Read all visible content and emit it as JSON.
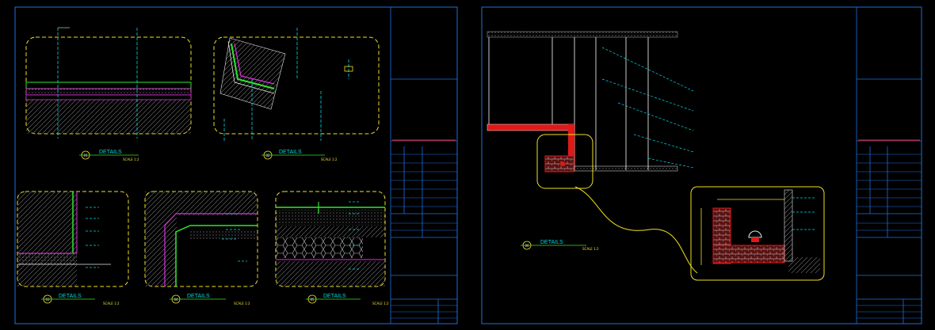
{
  "sheets": [
    {
      "details": [
        {
          "marker": "01",
          "title": "DETAILS",
          "scale": "SCALE 1:2"
        },
        {
          "marker": "02",
          "title": "DETAILS",
          "scale": "SCALE 1:2"
        },
        {
          "marker": "03",
          "title": "DETAILS",
          "scale": "SCALE 1:2"
        },
        {
          "marker": "04",
          "title": "DETAILS",
          "scale": "SCALE 1:2"
        },
        {
          "marker": "05",
          "title": "DETAILS",
          "scale": "SCALE 1:2"
        }
      ]
    },
    {
      "details": [
        {
          "marker": "06",
          "title": "DETAILS",
          "scale": "SCALE 1:2"
        }
      ]
    }
  ],
  "colors": {
    "background": "#000000",
    "frame": "#1f6fe0",
    "cyan": "#00d8e8",
    "yellow": "#f0e020",
    "green": "#2ee82e",
    "magenta": "#e030e0",
    "red": "#e01818",
    "white": "#e8e8e8",
    "gray": "#8a8a8a"
  }
}
